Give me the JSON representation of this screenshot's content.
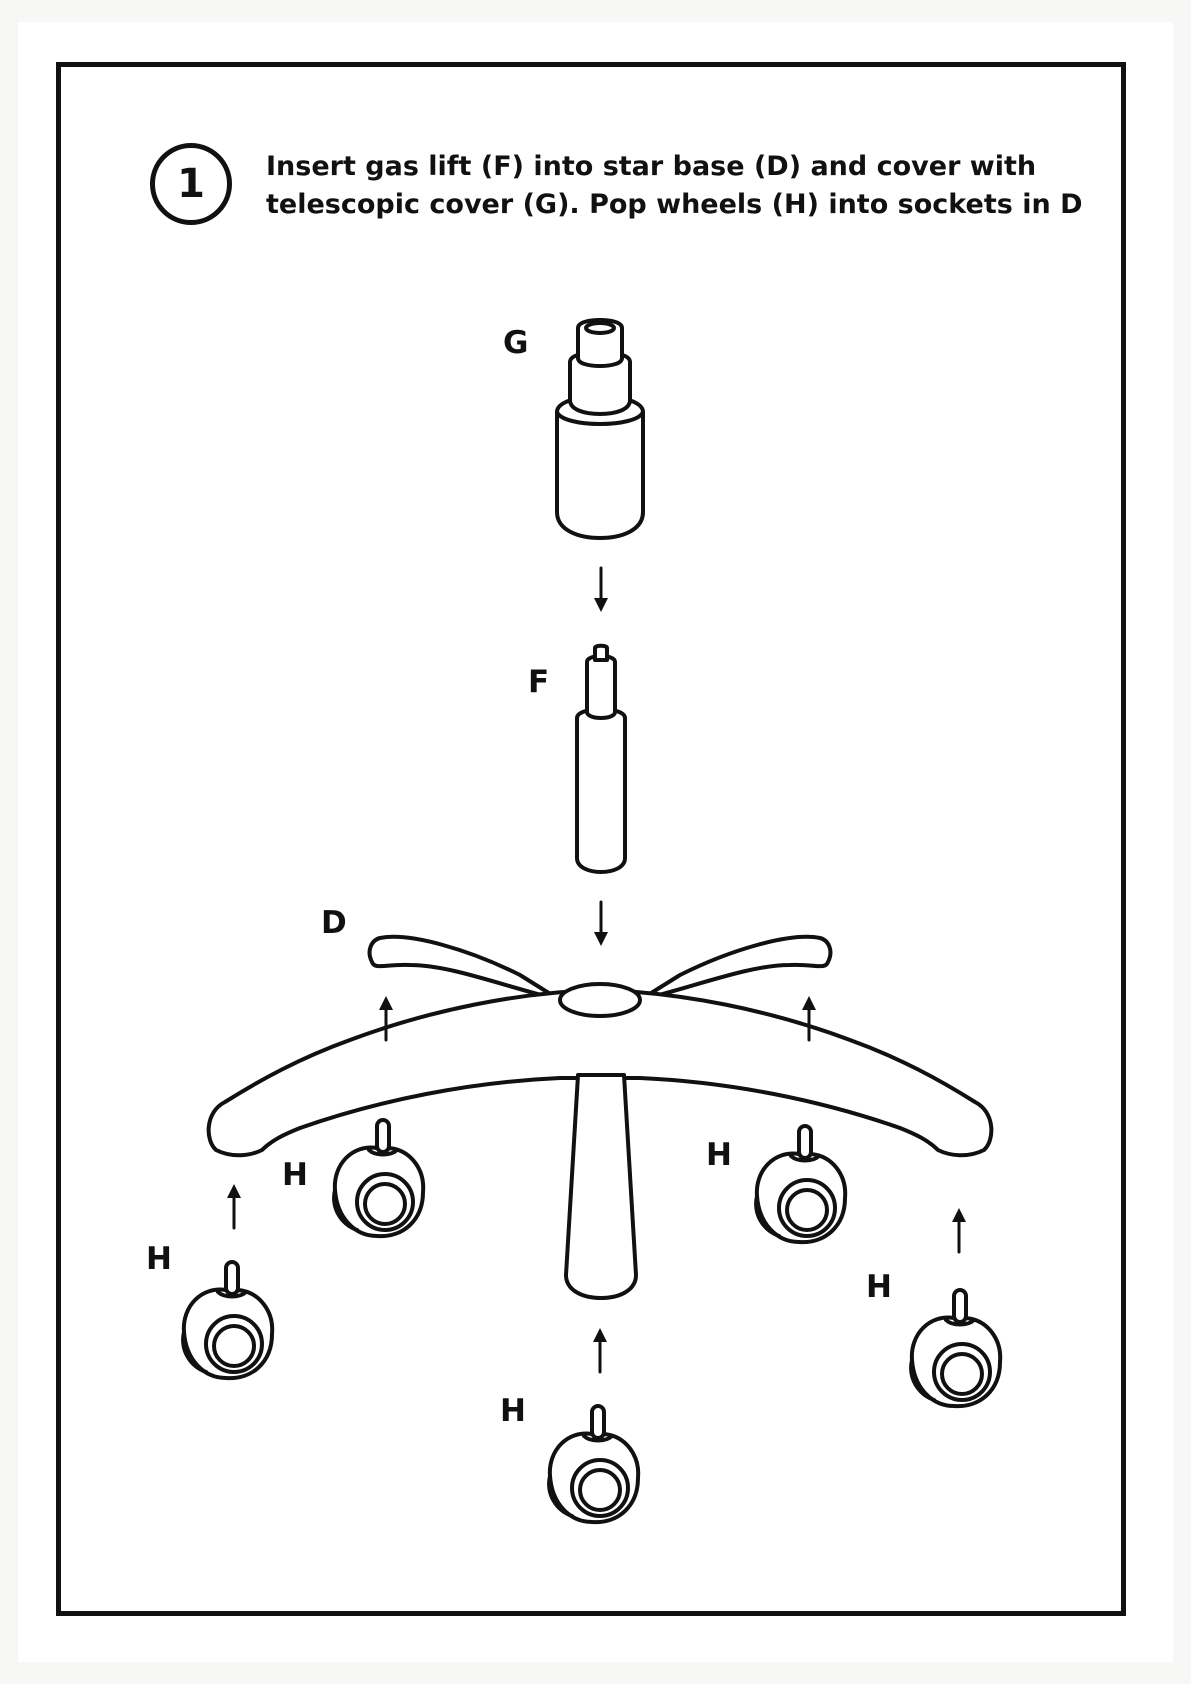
{
  "step": {
    "number": "1",
    "instruction_lines": [
      "Insert gas lift (F) into star base (D) and cover with",
      "telescopic cover (G). Pop wheels (H) into sockets in D"
    ]
  },
  "labels": {
    "telescopic_cover": "G",
    "gas_lift": "F",
    "star_base": "D",
    "wheel": "H"
  },
  "icons": {
    "arrow": "arrow-icon",
    "caster": "caster-wheel-icon"
  }
}
